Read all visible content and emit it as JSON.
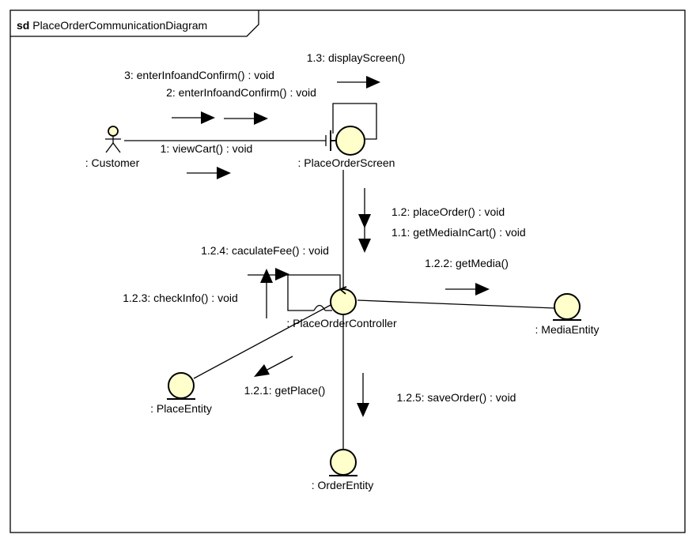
{
  "frame": {
    "keyword": "sd",
    "name": "PlaceOrderCommunicationDiagram"
  },
  "colors": {
    "object_fill": "#ffffcc",
    "stroke": "#000000",
    "background": "#ffffff"
  },
  "participants": {
    "customer": {
      "label": ": Customer",
      "kind": "actor"
    },
    "screen": {
      "label": ": PlaceOrderScreen",
      "kind": "boundary"
    },
    "controller": {
      "label": ": PlaceOrderController",
      "kind": "control"
    },
    "media": {
      "label": ": MediaEntity",
      "kind": "entity"
    },
    "place": {
      "label": ": PlaceEntity",
      "kind": "entity"
    },
    "order": {
      "label": ": OrderEntity",
      "kind": "entity"
    }
  },
  "messages": {
    "m3": "3: enterInfoandConfirm() : void",
    "m2": "2: enterInfoandConfirm() : void",
    "m1": "1: viewCart() : void",
    "m13": "1.3: displayScreen()",
    "m12": "1.2: placeOrder() : void",
    "m11": "1.1: getMediaInCart() : void",
    "m124": "1.2.4: caculateFee() : void",
    "m123": "1.2.3: checkInfo() : void",
    "m122": "1.2.2: getMedia()",
    "m121": "1.2.1: getPlace()",
    "m125": "1.2.5: saveOrder() : void"
  }
}
